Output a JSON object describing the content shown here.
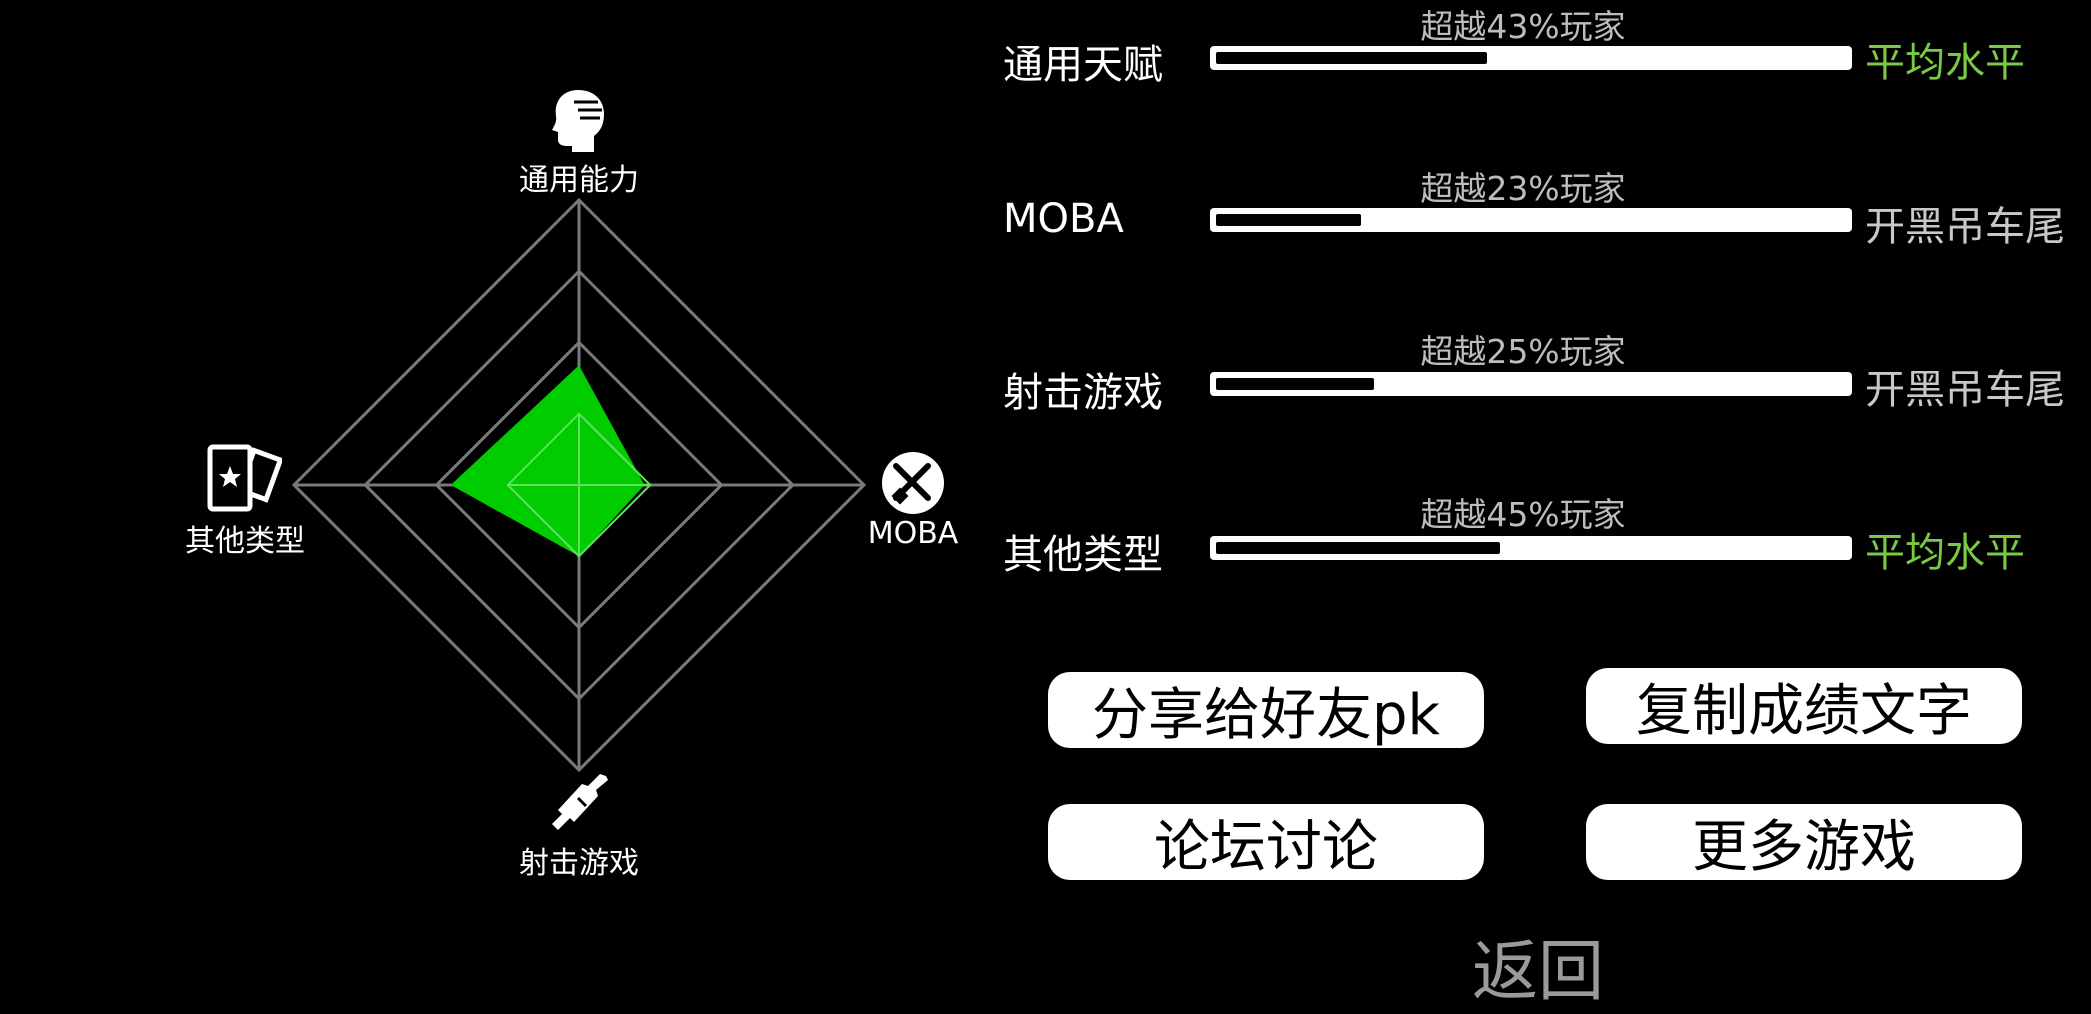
{
  "radar": {
    "axes": [
      {
        "label": "通用能力",
        "value": 0.42
      },
      {
        "label": "MOBA",
        "value": 0.23
      },
      {
        "label": "射击游戏",
        "value": 0.25
      },
      {
        "label": "其他类型",
        "value": 0.45
      }
    ],
    "fill_color": "#00cc00",
    "grid_color": "#7a7a7a"
  },
  "rows": [
    {
      "label": "通用天赋",
      "percent_text": "超越43%玩家",
      "percent": 43,
      "level": "平均水平",
      "level_color": "#7ac943"
    },
    {
      "label": "MOBA",
      "percent_text": "超越23%玩家",
      "percent": 23,
      "level": "开黑吊车尾",
      "level_color": "#c8c8c8"
    },
    {
      "label": "射击游戏",
      "percent_text": "超越25%玩家",
      "percent": 25,
      "level": "开黑吊车尾",
      "level_color": "#c8c8c8"
    },
    {
      "label": "其他类型",
      "percent_text": "超越45%玩家",
      "percent": 45,
      "level": "平均水平",
      "level_color": "#7ac943"
    }
  ],
  "buttons": {
    "share": "分享给好友pk",
    "copy": "复制成绩文字",
    "forum": "论坛讨论",
    "more": "更多游戏"
  },
  "back_label": "返回",
  "icons": [
    "head-icon",
    "moba-icon",
    "gun-icon",
    "card-icon"
  ]
}
